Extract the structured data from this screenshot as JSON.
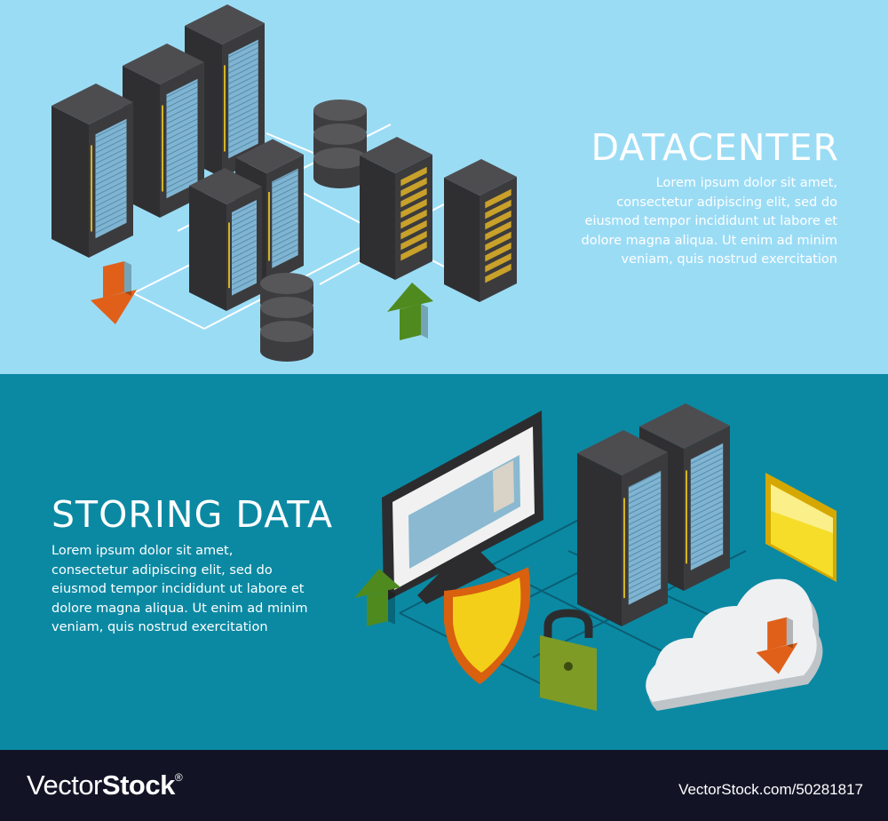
{
  "datacenter": {
    "title": "DATACENTER",
    "lines": [
      "Lorem ipsum dolor sit amet,",
      "consectetur adipiscing elit, sed do",
      "eiusmod tempor incididunt ut labore et",
      "dolore magna aliqua. Ut enim ad minim",
      "veniam, quis nostrud exercitation"
    ]
  },
  "storing": {
    "title": "STORING DATA",
    "lines": [
      "Lorem ipsum dolor sit amet,",
      "consectetur adipiscing elit, sed do",
      "eiusmod tempor incididunt ut labore et",
      "dolore magna aliqua. Ut enim ad minim",
      "veniam, quis nostrud exercitation"
    ]
  },
  "footer": {
    "logo_light": "Vector",
    "logo_bold": "Stock",
    "logo_mark": "®",
    "url": "VectorStock.com/50281817"
  },
  "colors": {
    "top_bg": "#9bdcf5",
    "bottom_bg": "#0b89a3",
    "footer_bg": "#121426",
    "rack": "#3b3b3d",
    "panel_blue": "#7fb5d3",
    "panel_yellow": "#c9a12a",
    "arrow_orange": "#e0601a",
    "arrow_green": "#4f8a1f"
  },
  "icons": [
    "server-rack-icon",
    "database-icon",
    "download-arrow-icon",
    "upload-arrow-icon",
    "monitor-icon",
    "shield-icon",
    "padlock-icon",
    "cloud-icon",
    "folder-icon"
  ]
}
